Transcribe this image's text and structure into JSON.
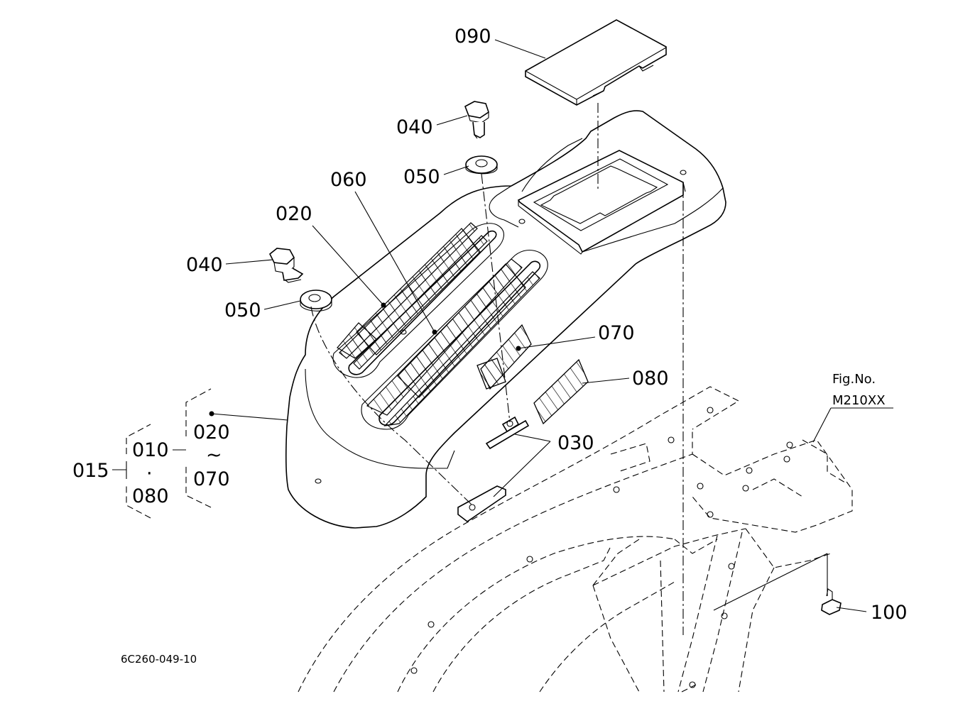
{
  "labels": {
    "p090": "090",
    "p040_top": "040",
    "p050_top": "050",
    "p060": "060",
    "p020": "020",
    "p040_left": "040",
    "p050_left": "050",
    "p070": "070",
    "p080": "080",
    "p030": "030",
    "p100": "100",
    "group_015": "015",
    "group_010": "010",
    "group_080": "080",
    "group_020": "020",
    "group_070": "070",
    "group_tilde": "~",
    "group_dot": "·"
  },
  "fig_ref": {
    "line1": "Fig.No.",
    "line2": "M210XX"
  },
  "drawing_code": "6C260-049-10"
}
